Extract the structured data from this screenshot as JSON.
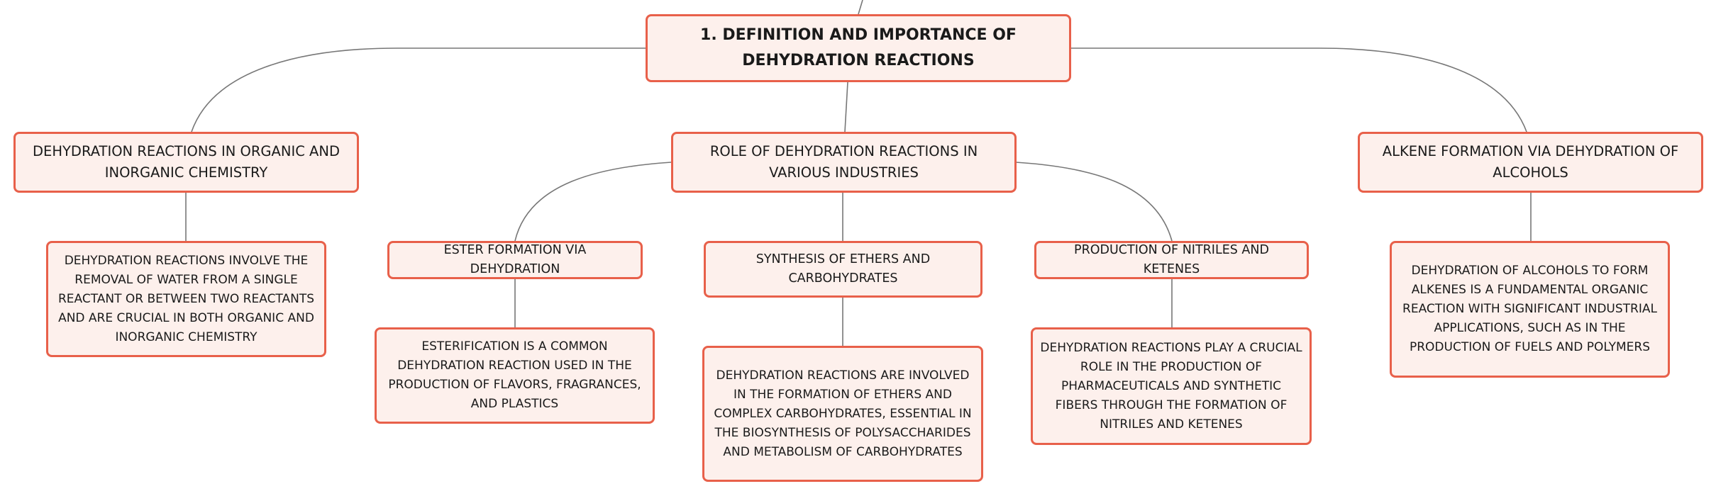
{
  "mindmap": {
    "root": {
      "label": "1. DEFINITION AND IMPORTANCE OF DEHYDRATION REACTIONS"
    },
    "branches": [
      {
        "label": "DEHYDRATION REACTIONS IN ORGANIC AND INORGANIC CHEMISTRY",
        "detail": "DEHYDRATION REACTIONS INVOLVE THE REMOVAL OF WATER FROM A SINGLE REACTANT OR BETWEEN TWO REACTANTS AND ARE CRUCIAL IN BOTH ORGANIC AND INORGANIC CHEMISTRY"
      },
      {
        "label": "ROLE OF DEHYDRATION REACTIONS IN VARIOUS INDUSTRIES",
        "children": [
          {
            "label": "ESTER FORMATION VIA DEHYDRATION",
            "detail": "ESTERIFICATION IS A COMMON DEHYDRATION REACTION USED IN THE PRODUCTION OF FLAVORS, FRAGRANCES, AND PLASTICS"
          },
          {
            "label": "SYNTHESIS OF ETHERS AND CARBOHYDRATES",
            "detail": "DEHYDRATION REACTIONS ARE INVOLVED IN THE FORMATION OF ETHERS AND COMPLEX CARBOHYDRATES, ESSENTIAL IN THE BIOSYNTHESIS OF POLYSACCHARIDES AND METABOLISM OF CARBOHYDRATES"
          },
          {
            "label": "PRODUCTION OF NITRILES AND KETENES",
            "detail": "DEHYDRATION REACTIONS PLAY A CRUCIAL ROLE IN THE PRODUCTION OF PHARMACEUTICALS AND SYNTHETIC FIBERS THROUGH THE FORMATION OF NITRILES AND KETENES"
          }
        ]
      },
      {
        "label": "ALKENE FORMATION VIA DEHYDRATION OF ALCOHOLS",
        "detail": "DEHYDRATION OF ALCOHOLS TO FORM ALKENES IS A FUNDAMENTAL ORGANIC REACTION WITH SIGNIFICANT INDUSTRIAL APPLICATIONS, SUCH AS IN THE PRODUCTION OF FUELS AND POLYMERS"
      }
    ]
  }
}
